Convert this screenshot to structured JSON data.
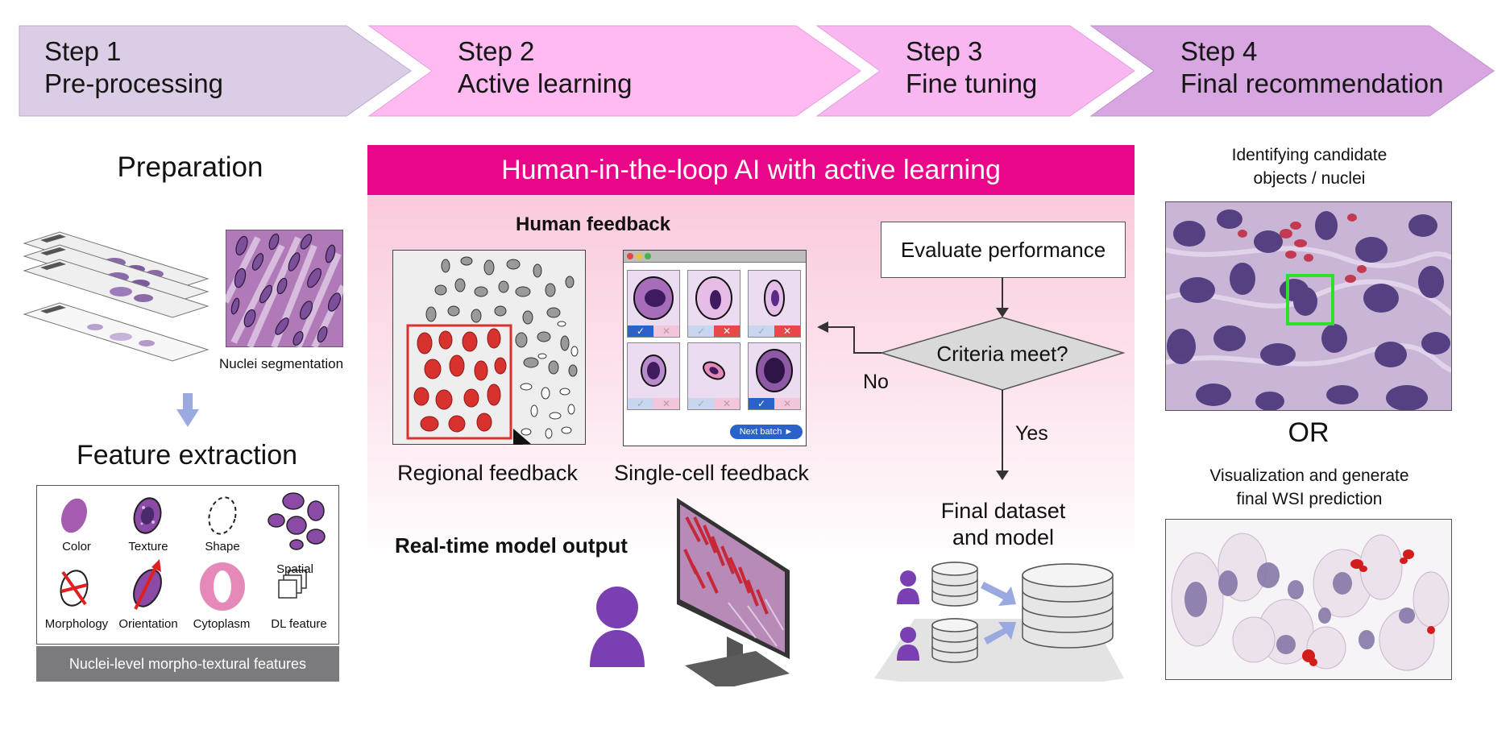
{
  "steps": [
    {
      "number": "Step 1",
      "name": "Pre-processing"
    },
    {
      "number": "Step 2",
      "name": "Active learning"
    },
    {
      "number": "Step 3",
      "name": "Fine tuning"
    },
    {
      "number": "Step 4",
      "name": "Final recommendation"
    }
  ],
  "colors": {
    "step1": "#dccde6",
    "step2": "#ffbaf2",
    "step3": "#f8b7f0",
    "step4": "#d8a6e1",
    "banner": "#ea0689",
    "nuclei_red": "#d8322e",
    "person": "#7a3fb0",
    "next_button": "#2a62c9"
  },
  "preparation": {
    "title": "Preparation",
    "nuclei_label": "Nuclei segmentation",
    "feature_title": "Feature extraction",
    "features": [
      "Color",
      "Texture",
      "Shape",
      "Spatial",
      "Morphology",
      "Orientation",
      "Cytoplasm",
      "DL feature"
    ],
    "feature_footer": "Nuclei-level morpho-textural features"
  },
  "loop": {
    "banner": "Human-in-the-loop AI with active learning",
    "human_feedback": "Human feedback",
    "regional": "Regional feedback",
    "single_cell": "Single-cell feedback",
    "next_batch": "Next batch ►",
    "check": "✓",
    "cross": "✕",
    "realtime": "Real-time model output",
    "evaluate": "Evaluate performance",
    "criteria": "Criteria meet?",
    "no": "No",
    "yes": "Yes",
    "final_line1": "Final dataset",
    "final_line2": "and model"
  },
  "final": {
    "identify_line1": "Identifying candidate",
    "identify_line2": "objects / nuclei",
    "or": "OR",
    "vis_line1": "Visualization and generate",
    "vis_line2": "final WSI prediction"
  }
}
